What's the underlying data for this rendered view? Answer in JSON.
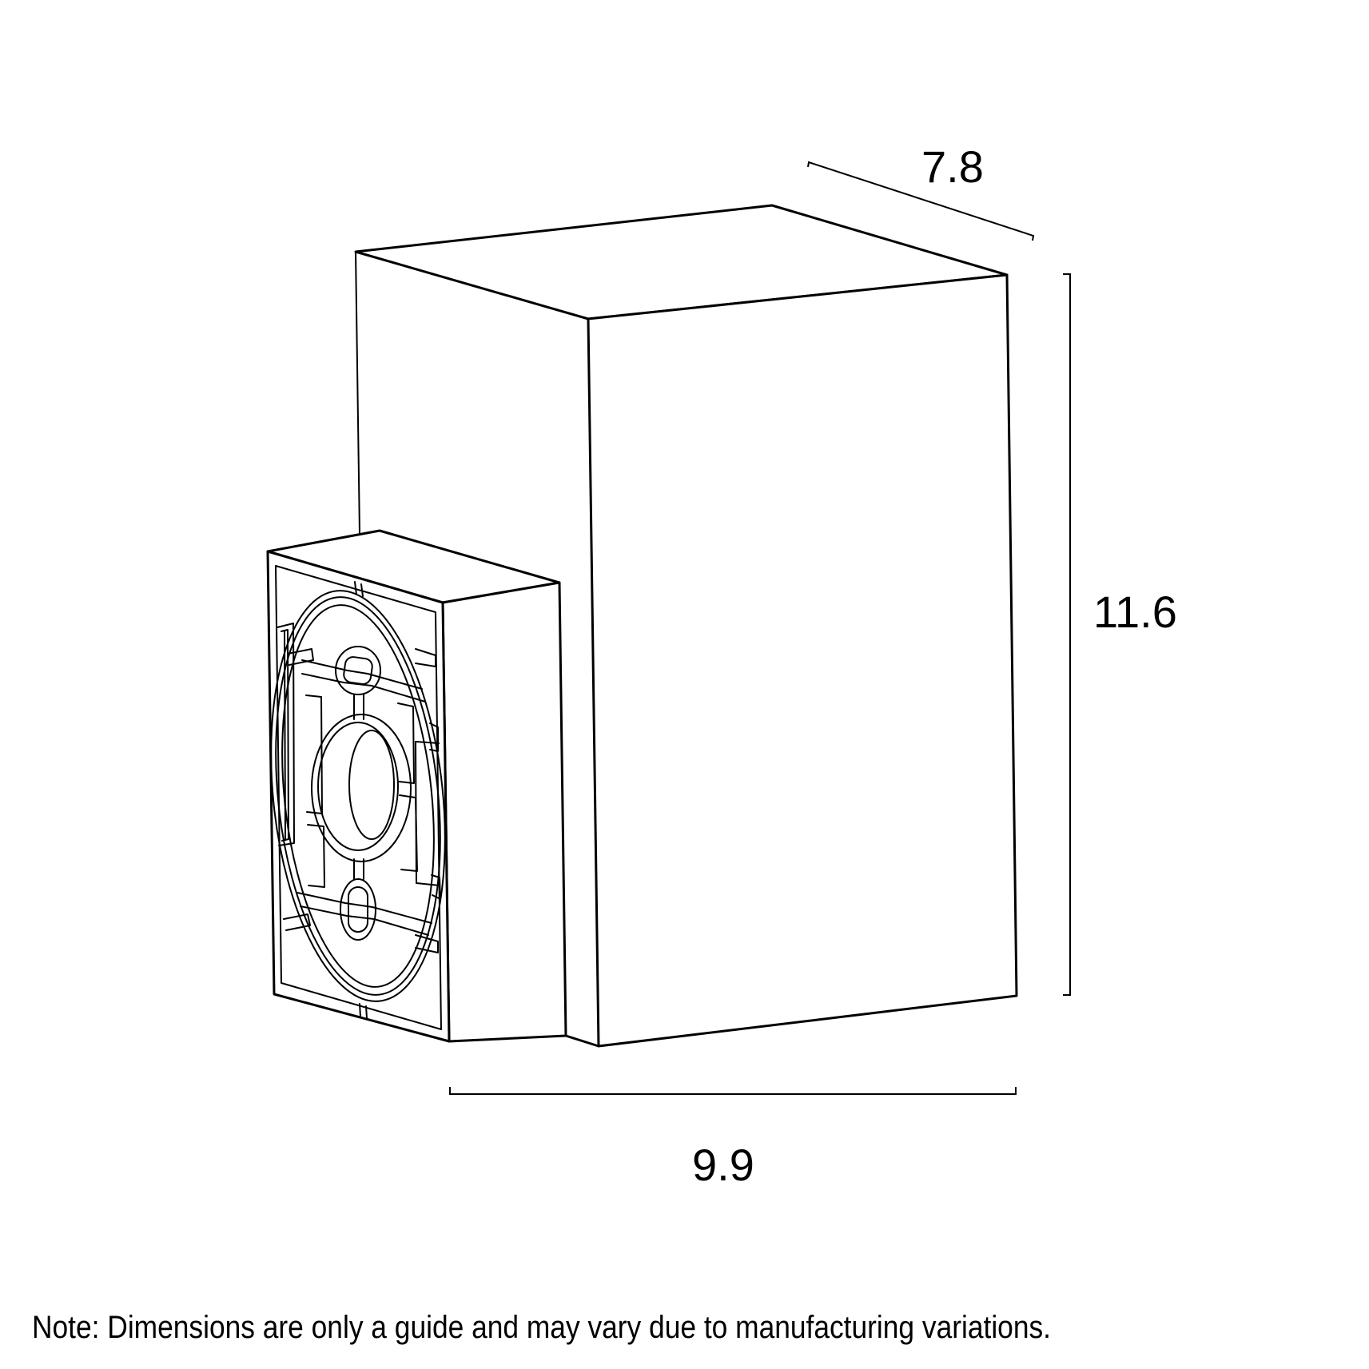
{
  "figure": {
    "type": "product dimension line drawing",
    "subject": "rectangular wall light with mounting bracket"
  },
  "dimensions": {
    "depth": {
      "label": "7.8"
    },
    "height": {
      "label": "11.6"
    },
    "width": {
      "label": "9.9"
    }
  },
  "note": {
    "text": "Note: Dimensions are only a guide and may vary due to manufacturing variations."
  },
  "colors": {
    "background": "#ffffff",
    "line": "#000000"
  }
}
